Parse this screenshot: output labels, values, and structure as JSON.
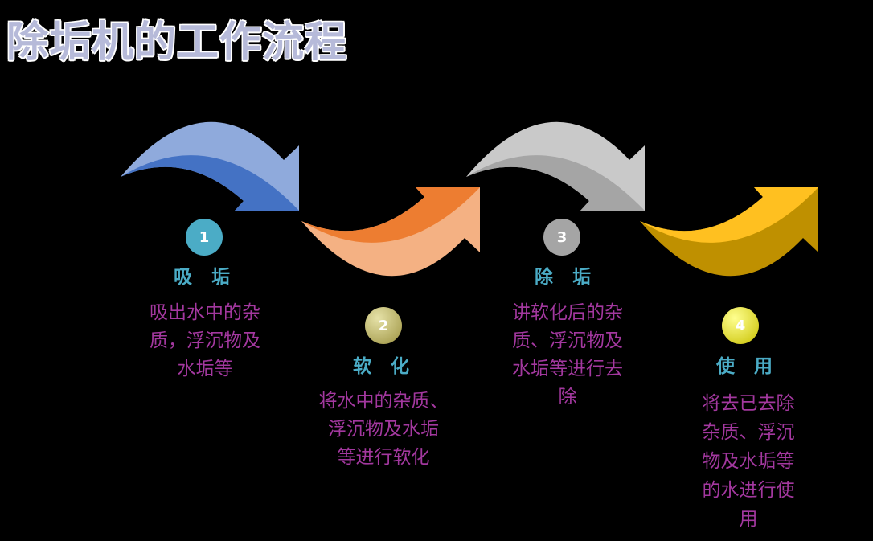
{
  "title": "除垢机的工作流程",
  "steps": [
    {
      "number": "1",
      "label": "吸 垢",
      "lines": [
        "吸出水中的杂",
        "质，浮沉物及",
        "水垢等"
      ],
      "arrow_colors": [
        "#8faadc",
        "#4472c4"
      ],
      "circle_color": "#4bacc6"
    },
    {
      "number": "2",
      "label": "软 化",
      "lines": [
        "将水中的杂质、",
        "浮沉物及水垢",
        "等进行软化"
      ],
      "arrow_colors": [
        "#f4b183",
        "#ed7d31"
      ],
      "circle_color": "#c8c27a"
    },
    {
      "number": "3",
      "label": "除 垢",
      "lines": [
        "讲软化后的杂",
        "质、浮沉物及",
        "水垢等进行去",
        "除"
      ],
      "arrow_colors": [
        "#c9c9c9",
        "#a5a5a5"
      ],
      "circle_color": "#a5a5a5"
    },
    {
      "number": "4",
      "label": "使 用",
      "lines": [
        "将去已去除",
        "杂质、浮沉",
        "物及水垢等",
        "的水进行使",
        "用"
      ],
      "arrow_colors": [
        "#bf9000",
        "#ffc020"
      ],
      "circle_color": "#f2f21a"
    }
  ]
}
